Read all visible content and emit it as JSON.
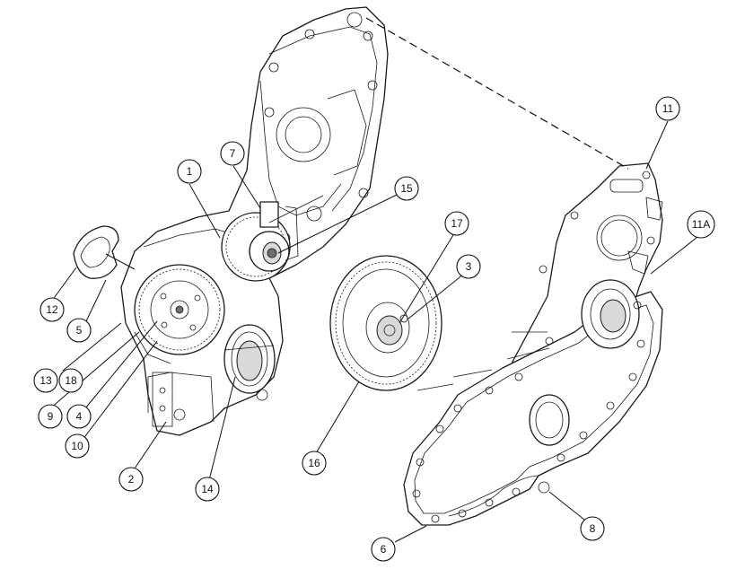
{
  "callouts": [
    {
      "id": "1",
      "label": "1"
    },
    {
      "id": "2",
      "label": "2"
    },
    {
      "id": "3",
      "label": "3"
    },
    {
      "id": "4",
      "label": "4"
    },
    {
      "id": "5",
      "label": "5"
    },
    {
      "id": "6",
      "label": "6"
    },
    {
      "id": "7",
      "label": "7"
    },
    {
      "id": "8",
      "label": "8"
    },
    {
      "id": "9",
      "label": "9"
    },
    {
      "id": "10",
      "label": "10"
    },
    {
      "id": "11",
      "label": "11"
    },
    {
      "id": "11A",
      "label": "11A"
    },
    {
      "id": "12",
      "label": "12"
    },
    {
      "id": "13",
      "label": "13"
    },
    {
      "id": "14",
      "label": "14"
    },
    {
      "id": "15",
      "label": "15"
    },
    {
      "id": "16",
      "label": "16"
    },
    {
      "id": "17",
      "label": "17"
    },
    {
      "id": "18",
      "label": "18"
    }
  ]
}
